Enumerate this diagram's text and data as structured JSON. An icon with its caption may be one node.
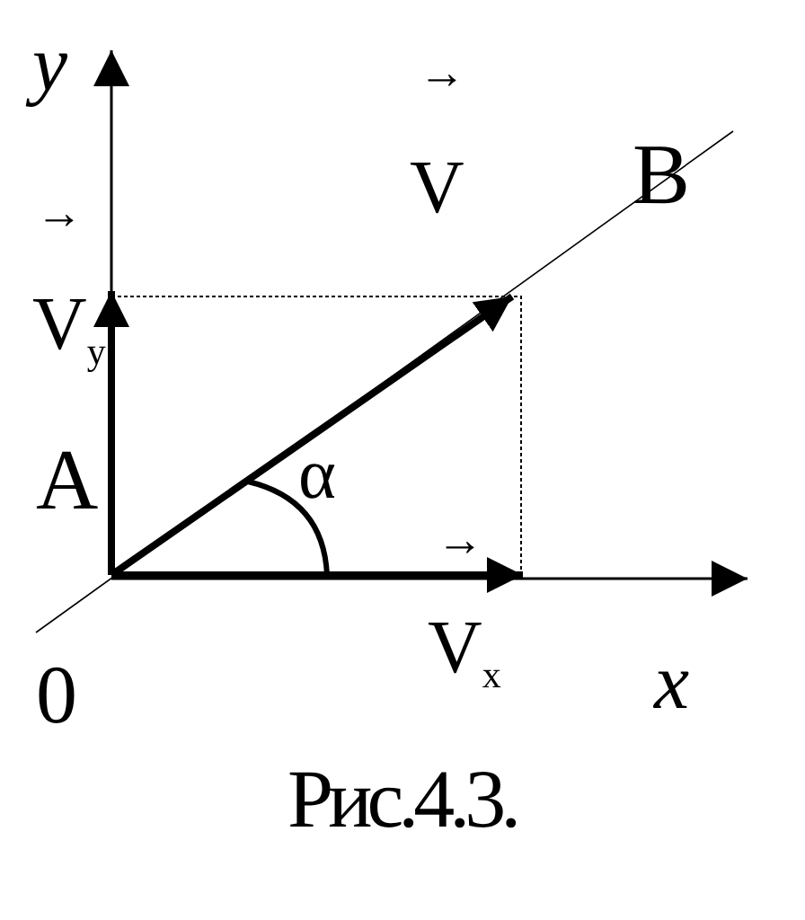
{
  "diagram": {
    "caption": "Рис.4.3.",
    "labels": [
      "y",
      "→",
      "V",
      "B",
      "→",
      "V$_{y}$",
      "A",
      "α",
      "→",
      "V$_{x}$",
      "0",
      "x"
    ]
  }
}
